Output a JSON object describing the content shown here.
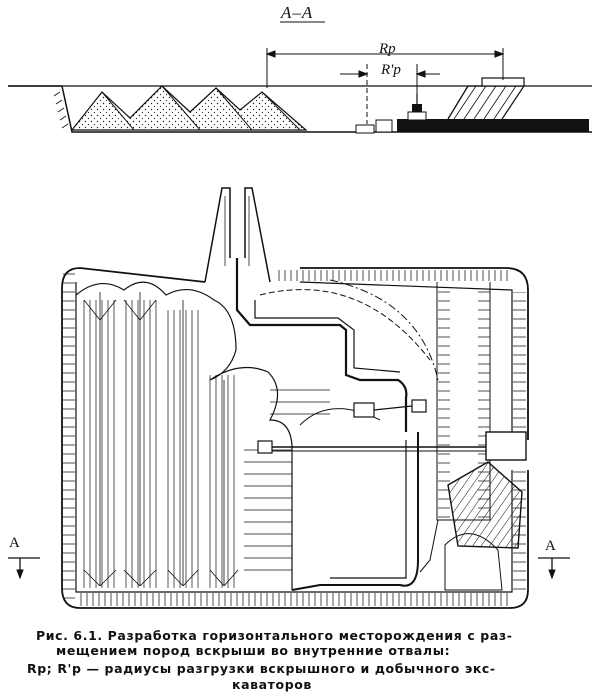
{
  "section_title": "А–А",
  "labels": {
    "rp": "Rр",
    "rp_prime": "R'р",
    "cut_left": "A",
    "cut_right": "A"
  },
  "caption": {
    "line1": "Рис. 6.1. Разработка горизонтального месторождения с раз-",
    "line2": "мещением пород вскрыши во внутренние отвалы:",
    "line3": "Rр; R'р — радиусы разгрузки вскрышного и добычного экс-",
    "line4": "каваторов"
  }
}
